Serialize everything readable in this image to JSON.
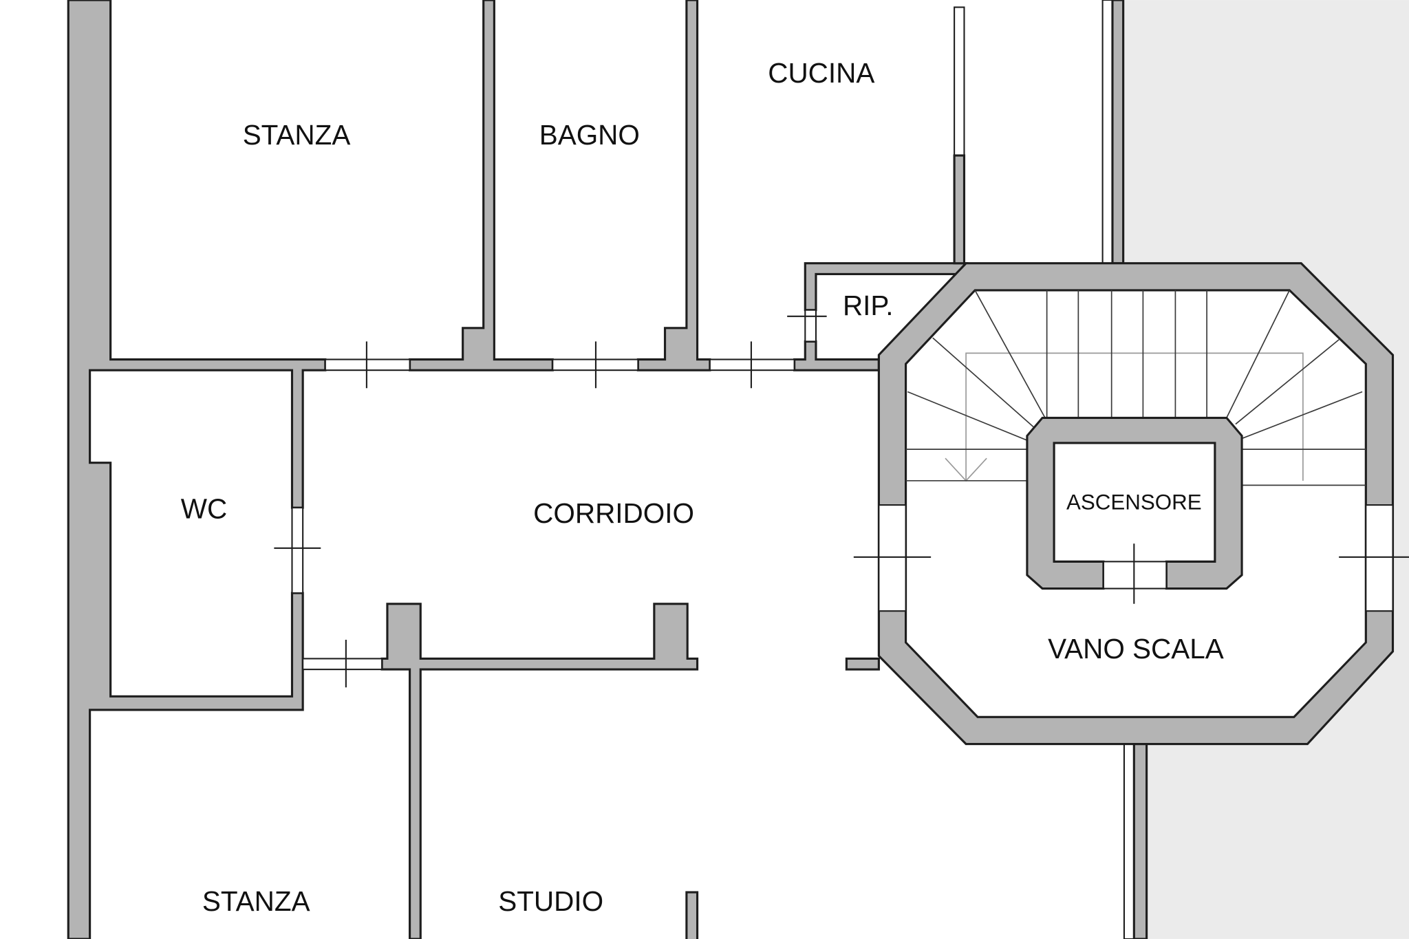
{
  "plan": {
    "rooms": {
      "stanza_top": "STANZA",
      "bagno": "BAGNO",
      "cucina": "CUCINA",
      "rip": "RIP.",
      "wc": "WC",
      "corridoio": "CORRIDOIO",
      "ascensore": "ASCENSORE",
      "vano_scala": "VANO SCALA",
      "stanza_bottom": "STANZA",
      "studio": "STUDIO"
    }
  },
  "colors": {
    "background": "#ffffff",
    "exterior": "#ebebeb",
    "wall": "#b4b4b4",
    "line": "#1e1e1e"
  }
}
